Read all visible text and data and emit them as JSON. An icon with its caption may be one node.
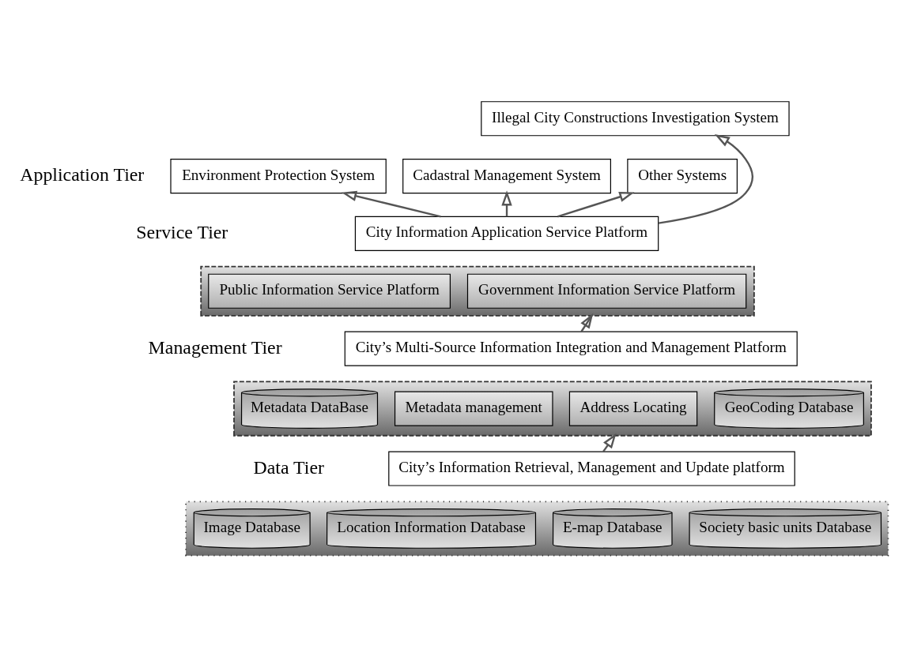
{
  "diagram": {
    "nodes": [
      {
        "text": [
          "Illegal City Constructions Investigation System"
        ]
      },
      {
        "text": [
          "Environment Protection System"
        ]
      },
      {
        "text": [
          "Cadastral Management System"
        ]
      },
      {
        "text": [
          "Other Systems"
        ]
      },
      {
        "text": [
          "City Information Application Service Platform"
        ]
      },
      {
        "text": [],
        "shape": "box"
      },
      {
        "text": [
          "Public Information Service Platform"
        ],
        "in": 5
      },
      {
        "text": [
          "Government Information Service Platform"
        ],
        "in": 5
      },
      {
        "text": [
          "City’s Multi-Source Information Integration and Management Platform"
        ]
      },
      {
        "text": [],
        "shape": "box"
      },
      {
        "text": [
          "Metadata DataBase"
        ],
        "in": 9
      },
      {
        "text": [
          "Metadata management"
        ],
        "in": 9
      },
      {
        "text": [
          "Address Locating"
        ],
        "in": 9
      },
      {
        "text": [
          "GeoCoding Database"
        ],
        "in": 9
      },
      {
        "text": [
          "City’s Information Retrieval, Management and Update platform"
        ]
      },
      {
        "text": [],
        "shape": "box"
      },
      {
        "text": [
          "Image Database"
        ],
        "in": 15
      },
      {
        "text": [
          "Location Information Database"
        ],
        "in": 15
      },
      {
        "text": [
          "E-map Database"
        ],
        "in": 15
      },
      {
        "text": [
          "Society basic units Database"
        ],
        "in": 15
      }
    ],
    "edges": [
      {
        "from": 4,
        "to": 1,
        "arrow": "to"
      },
      {
        "from": 4,
        "to": 2,
        "arrow": "to"
      },
      {
        "from": 4,
        "to": 0,
        "arrow": "to"
      },
      {
        "from": 4,
        "to": 3,
        "arrow": "to"
      },
      {
        "from": 8,
        "to": 5,
        "arrow": "to"
      },
      {
        "from": 14,
        "to": 9,
        "arrow": "to"
      }
    ],
    "labels": [
      "Application Tier",
      "Service Tier",
      "Management Tier",
      "Data Tier"
    ]
  }
}
